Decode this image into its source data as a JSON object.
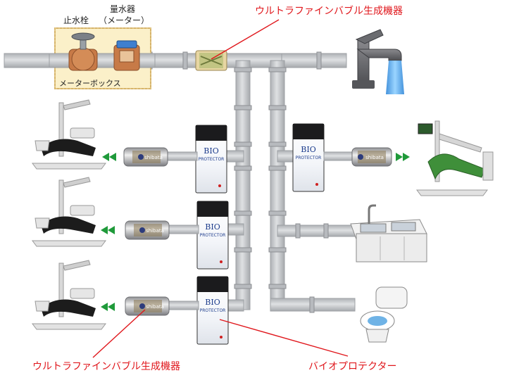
{
  "labels": {
    "stop_valve": "止水栓",
    "meter_line1": "量水器",
    "meter_line2": "（メーター）",
    "meter_box": "メーターボックス",
    "generator_top": "ウルトラファインバブル生成機器",
    "generator_bottom": "ウルトラファインバブル生成機器",
    "bio_protector": "バイオプロテクター"
  },
  "device_text": {
    "bio_line1": "BIO",
    "bio_line2": "PROTECTOR",
    "brand": "shibata"
  },
  "colors": {
    "pipe": "#c9cbce",
    "pipe_edge": "#9da0a4",
    "meter_box_fill": "#fbf0c9",
    "meter_box_edge": "#d7b46a",
    "callout_red": "#e0161b",
    "arrow_green": "#1f9a3a"
  }
}
